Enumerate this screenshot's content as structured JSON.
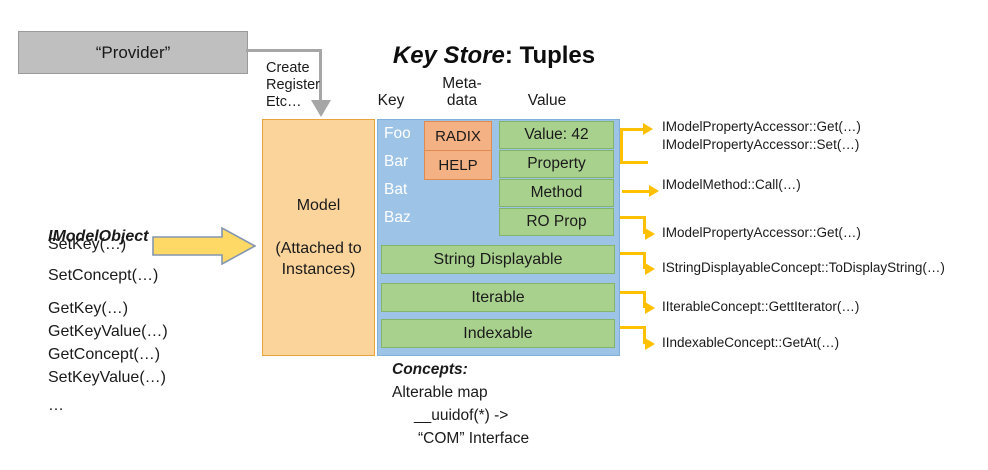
{
  "diagram": {
    "title_italic": "Key Store",
    "title_rest": ": Tuples"
  },
  "provider": {
    "label": "“Provider”",
    "connector_label_lines": [
      "Create",
      "Register",
      "Etc…"
    ]
  },
  "columns": {
    "key": "Key",
    "metadata_line1": "Meta-",
    "metadata_line2": "data",
    "value": "Value"
  },
  "model_box": {
    "line1": "Model",
    "line2": "(Attached to",
    "line3": "Instances)"
  },
  "table": {
    "keys": [
      "Foo",
      "Bar",
      "Bat",
      "Baz"
    ],
    "metadata": [
      "RADIX",
      "HELP"
    ],
    "values": [
      "Value: 42",
      "Property",
      "Method",
      "RO Prop"
    ],
    "concept_bars": [
      "String Displayable",
      "Iterable",
      "Indexable"
    ]
  },
  "imodelobject": {
    "title": "IModelObject",
    "methods_group1": [
      "SetKey(…)",
      "SetConcept(…)"
    ],
    "methods_group2": [
      "GetKey(…)",
      "GetKeyValue(…)",
      "GetConcept(…)",
      "SetKeyValue(…)"
    ],
    "ellipsis": "…"
  },
  "concepts_note": {
    "title": "Concepts:",
    "lines": [
      "Alterable map",
      "__uuidof(*) ->",
      "“COM” Interface"
    ]
  },
  "callouts": [
    {
      "lines": [
        "IModelPropertyAccessor::Get(…)",
        "IModelPropertyAccessor::Set(…)"
      ]
    },
    {
      "lines": [
        "IModelMethod::Call(…)"
      ]
    },
    {
      "lines": [
        "IModelPropertyAccessor::Get(…)"
      ]
    },
    {
      "lines": [
        "IStringDisplayableConcept::ToDisplayString(…)"
      ]
    },
    {
      "lines": [
        "IIterableConcept::GettIterator(…)"
      ]
    },
    {
      "lines": [
        "IIndexableConcept::GetAt(…)"
      ]
    }
  ],
  "colors": {
    "provider_fill": "#BFBFBF",
    "model_fill": "#FBD49C",
    "key_fill": "#9DC3E6",
    "metadata_fill": "#F4B183",
    "value_fill": "#A9D18E",
    "arrow_yellow": "#FFC000",
    "block_arrow_fill": "#FFD966",
    "connector_gray": "#A6A6A6"
  }
}
